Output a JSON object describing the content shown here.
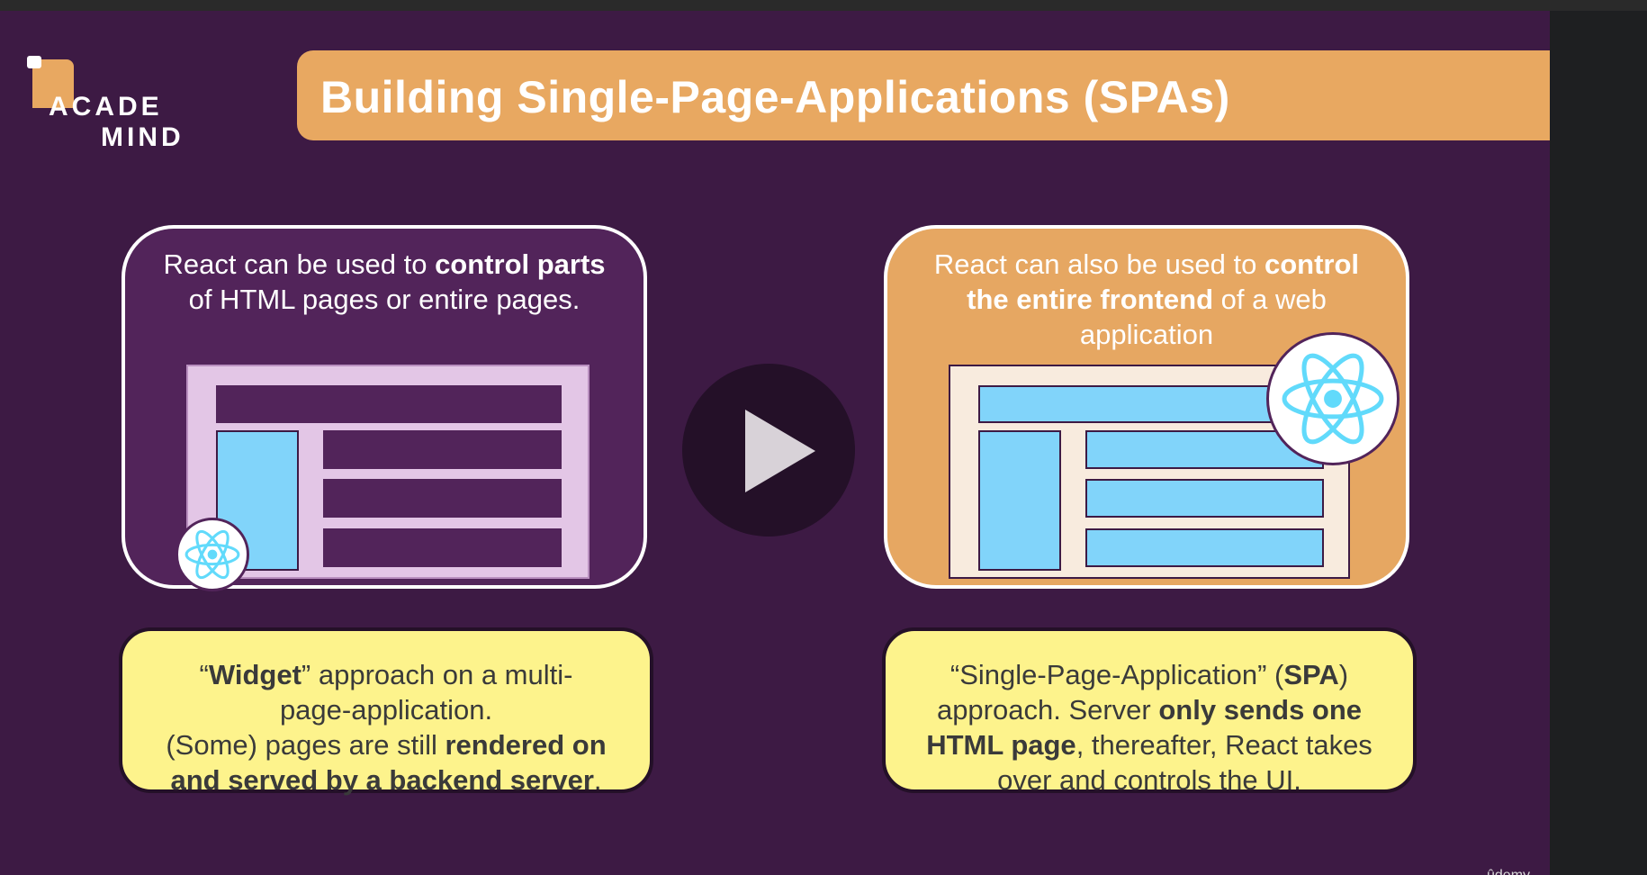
{
  "slide": {
    "logo": {
      "line1": "ACADE",
      "line2": "MIND"
    },
    "title": "Building Single-Page-Applications (SPAs)",
    "left_panel": {
      "line1_pre": "React can be used to ",
      "line1_bold": "control parts",
      "line2": "of HTML pages or entire pages."
    },
    "right_panel": {
      "line1_pre": "React can also be used to ",
      "line1_bold": "control",
      "line2_bold": "the entire frontend",
      "line2_post": " of a web",
      "line3": "application"
    },
    "left_note": {
      "q_open": "“",
      "widget": "Widget",
      "line1_post": "” approach on a multi-",
      "line2": "page-application.",
      "line3_pre": "(Some) pages are still ",
      "line3_bold": "rendered on",
      "line4_bold": "and served by a backend server",
      "line4_post": "."
    },
    "right_note": {
      "line1_pre": "“Single-Page-Application” (",
      "line1_bold": "SPA",
      "line1_post": ")",
      "line2_pre": "approach. Server ",
      "line2_bold": "only sends one",
      "line3_bold": "HTML page",
      "line3_post": ", thereafter, React takes",
      "line4": "over and controls the UI."
    },
    "watermark": "ûdemy"
  },
  "colors": {
    "slide_bg": "#3d1a44",
    "accent_orange": "#e8a861",
    "panel_purple": "#52245a",
    "note_yellow": "#fdf38c",
    "react_blue": "#81d4fa",
    "react_icon": "#61dafb"
  },
  "icons": {
    "play": "play-icon",
    "react": "react-logo-icon"
  }
}
